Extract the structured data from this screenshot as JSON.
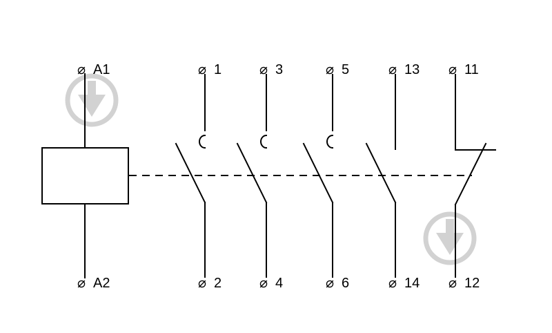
{
  "coil": {
    "top_terminal": "A1",
    "bottom_terminal": "A2"
  },
  "contacts": [
    {
      "top": "1",
      "bottom": "2",
      "kind": "main-no"
    },
    {
      "top": "3",
      "bottom": "4",
      "kind": "main-no"
    },
    {
      "top": "5",
      "bottom": "6",
      "kind": "main-no"
    },
    {
      "top": "13",
      "bottom": "14",
      "kind": "aux-no"
    },
    {
      "top": "11",
      "bottom": "12",
      "kind": "aux-nc"
    }
  ],
  "terminal_symbol": "⌀",
  "colors": {
    "line": "#000000",
    "watermark": "#d2d2d2",
    "background": "#ffffff"
  },
  "icons": [
    "download-watermark-icon"
  ]
}
